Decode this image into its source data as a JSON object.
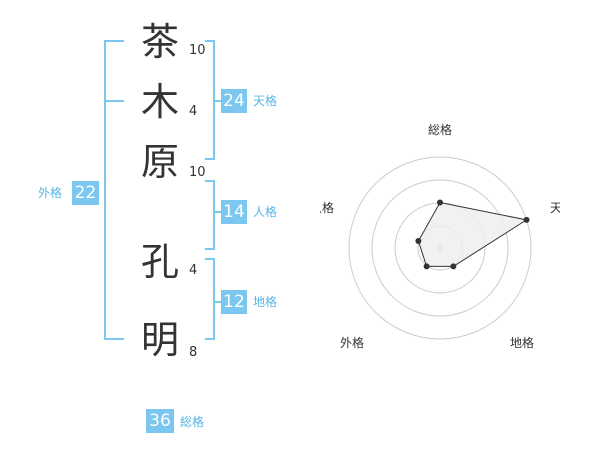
{
  "name": {
    "surname": [
      {
        "char": "茶",
        "strokes": "10"
      },
      {
        "char": "木",
        "strokes": "4"
      },
      {
        "char": "原",
        "strokes": "10"
      }
    ],
    "given": [
      {
        "char": "孔",
        "strokes": "4"
      },
      {
        "char": "明",
        "strokes": "8"
      }
    ]
  },
  "kakusu": {
    "tenkaku": {
      "value": "24",
      "label": "天格"
    },
    "jinkaku": {
      "value": "14",
      "label": "人格"
    },
    "chikaku": {
      "value": "12",
      "label": "地格"
    },
    "gaikaku": {
      "value": "22",
      "label": "外格"
    },
    "soukaku": {
      "value": "36",
      "label": "総格"
    }
  },
  "colors": {
    "accent": "#7cc7ef",
    "accent_text": "#56b5e6",
    "text": "#333333",
    "radar_fill": "#eeeeee",
    "radar_grid": "#cccccc"
  },
  "radar": {
    "axes": [
      "総格",
      "天格",
      "地格",
      "外格",
      "人格"
    ],
    "levels": 4,
    "scores": [
      2,
      4,
      1,
      1,
      1
    ]
  }
}
